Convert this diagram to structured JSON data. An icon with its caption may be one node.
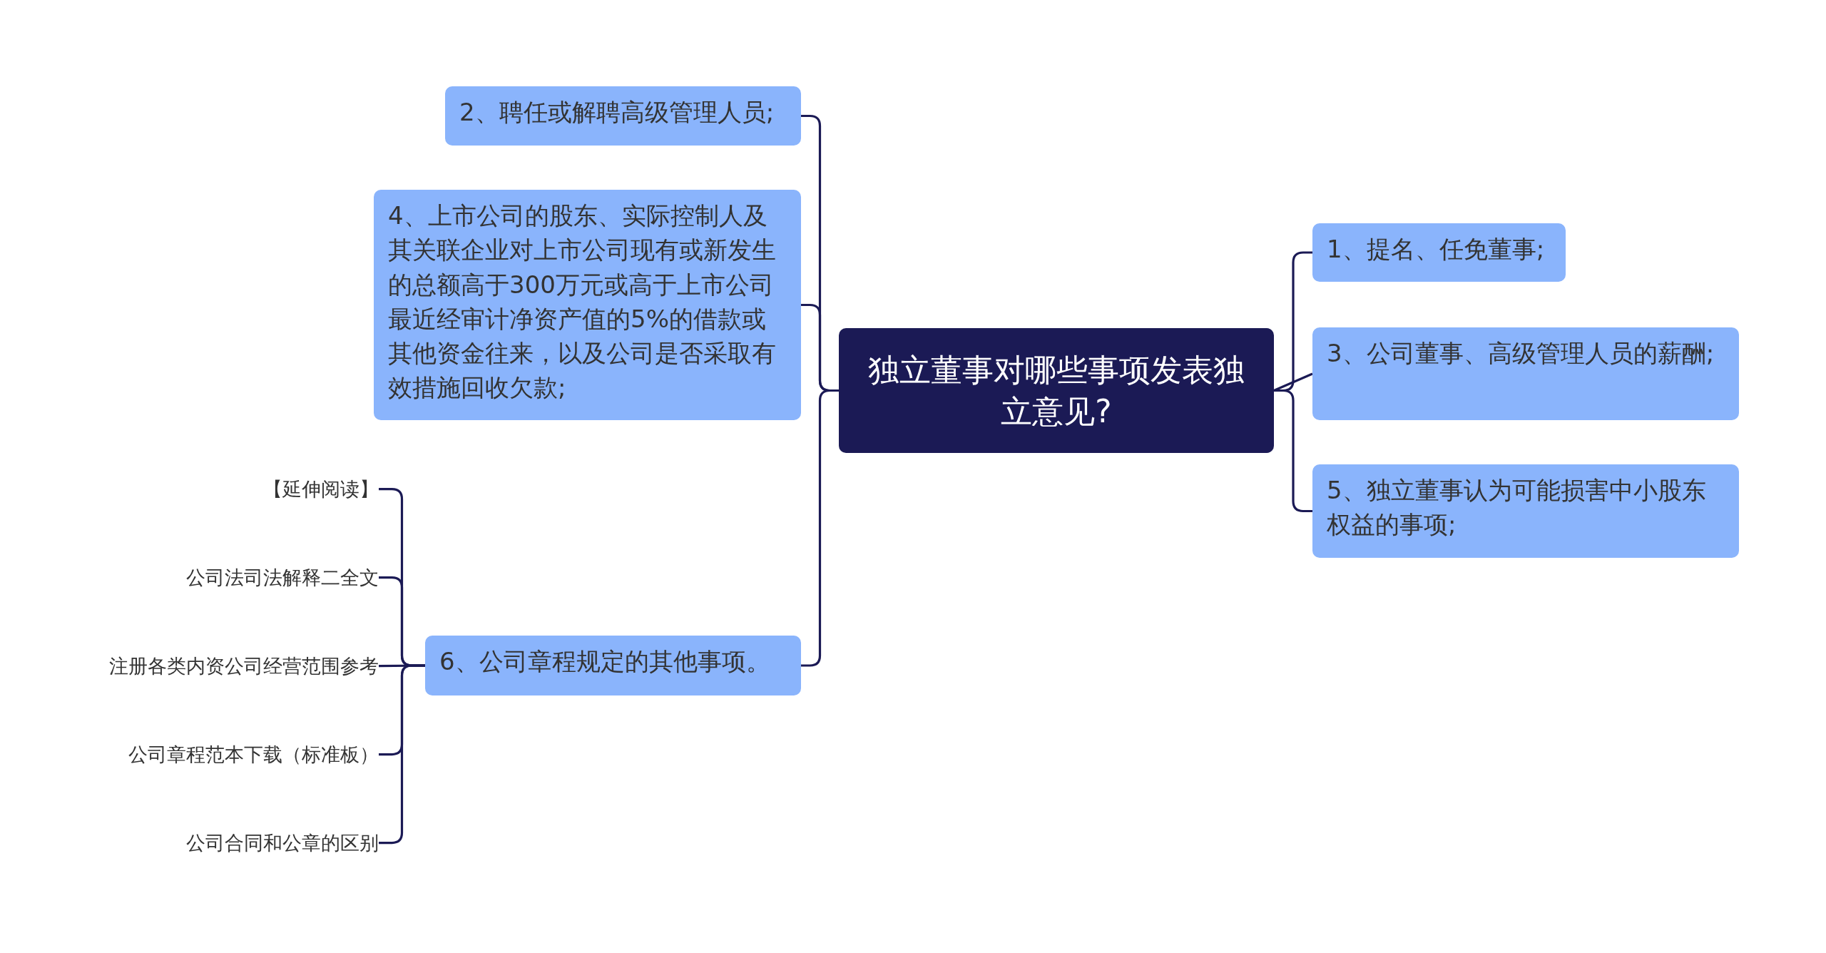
{
  "diagram": {
    "nodes": [
      {
        "text": [
          "独立董事对哪些事项发表独立意见?"
        ]
      },
      {
        "text": [
          "2、聘任或解聘高级管理人员;"
        ]
      },
      {
        "text": [
          "4、上市公司的股东、实际控制人及其关联企业对上市公司现有或新发生的总额高于300万元或高于上市公司最近经审计净资产值的5%的借款或其他资金往来，以及公司是否采取有效措施回收欠款;"
        ]
      },
      {
        "text": [
          "6、公司章程规定的其他事项。"
        ]
      },
      {
        "text": [
          "【延伸阅读】"
        ]
      },
      {
        "text": [
          "公司法司法解释二全文"
        ]
      },
      {
        "text": [
          "注册各类内资公司经营范围参考"
        ]
      },
      {
        "text": [
          "公司章程范本下载（标准板）"
        ]
      },
      {
        "text": [
          "公司合同和公章的区别"
        ]
      },
      {
        "text": [
          "1、提名、任免董事;"
        ]
      },
      {
        "text": [
          "3、公司董事、高级管理人员的薪酬;"
        ]
      },
      {
        "text": [
          "5、独立董事认为可能损害中小股东权益的事项;"
        ]
      }
    ],
    "edges": [
      {
        "from": 0,
        "to": 1,
        "arrow": "none"
      },
      {
        "from": 0,
        "to": 2,
        "arrow": "none"
      },
      {
        "from": 0,
        "to": 3,
        "arrow": "none"
      },
      {
        "from": 3,
        "to": 4,
        "arrow": "none"
      },
      {
        "from": 3,
        "to": 5,
        "arrow": "none"
      },
      {
        "from": 3,
        "to": 6,
        "arrow": "none"
      },
      {
        "from": 3,
        "to": 7,
        "arrow": "none"
      },
      {
        "from": 3,
        "to": 8,
        "arrow": "none"
      },
      {
        "from": 0,
        "to": 9,
        "arrow": "none"
      },
      {
        "from": 0,
        "to": 10,
        "arrow": "none"
      },
      {
        "from": 0,
        "to": 11,
        "arrow": "none"
      }
    ]
  }
}
